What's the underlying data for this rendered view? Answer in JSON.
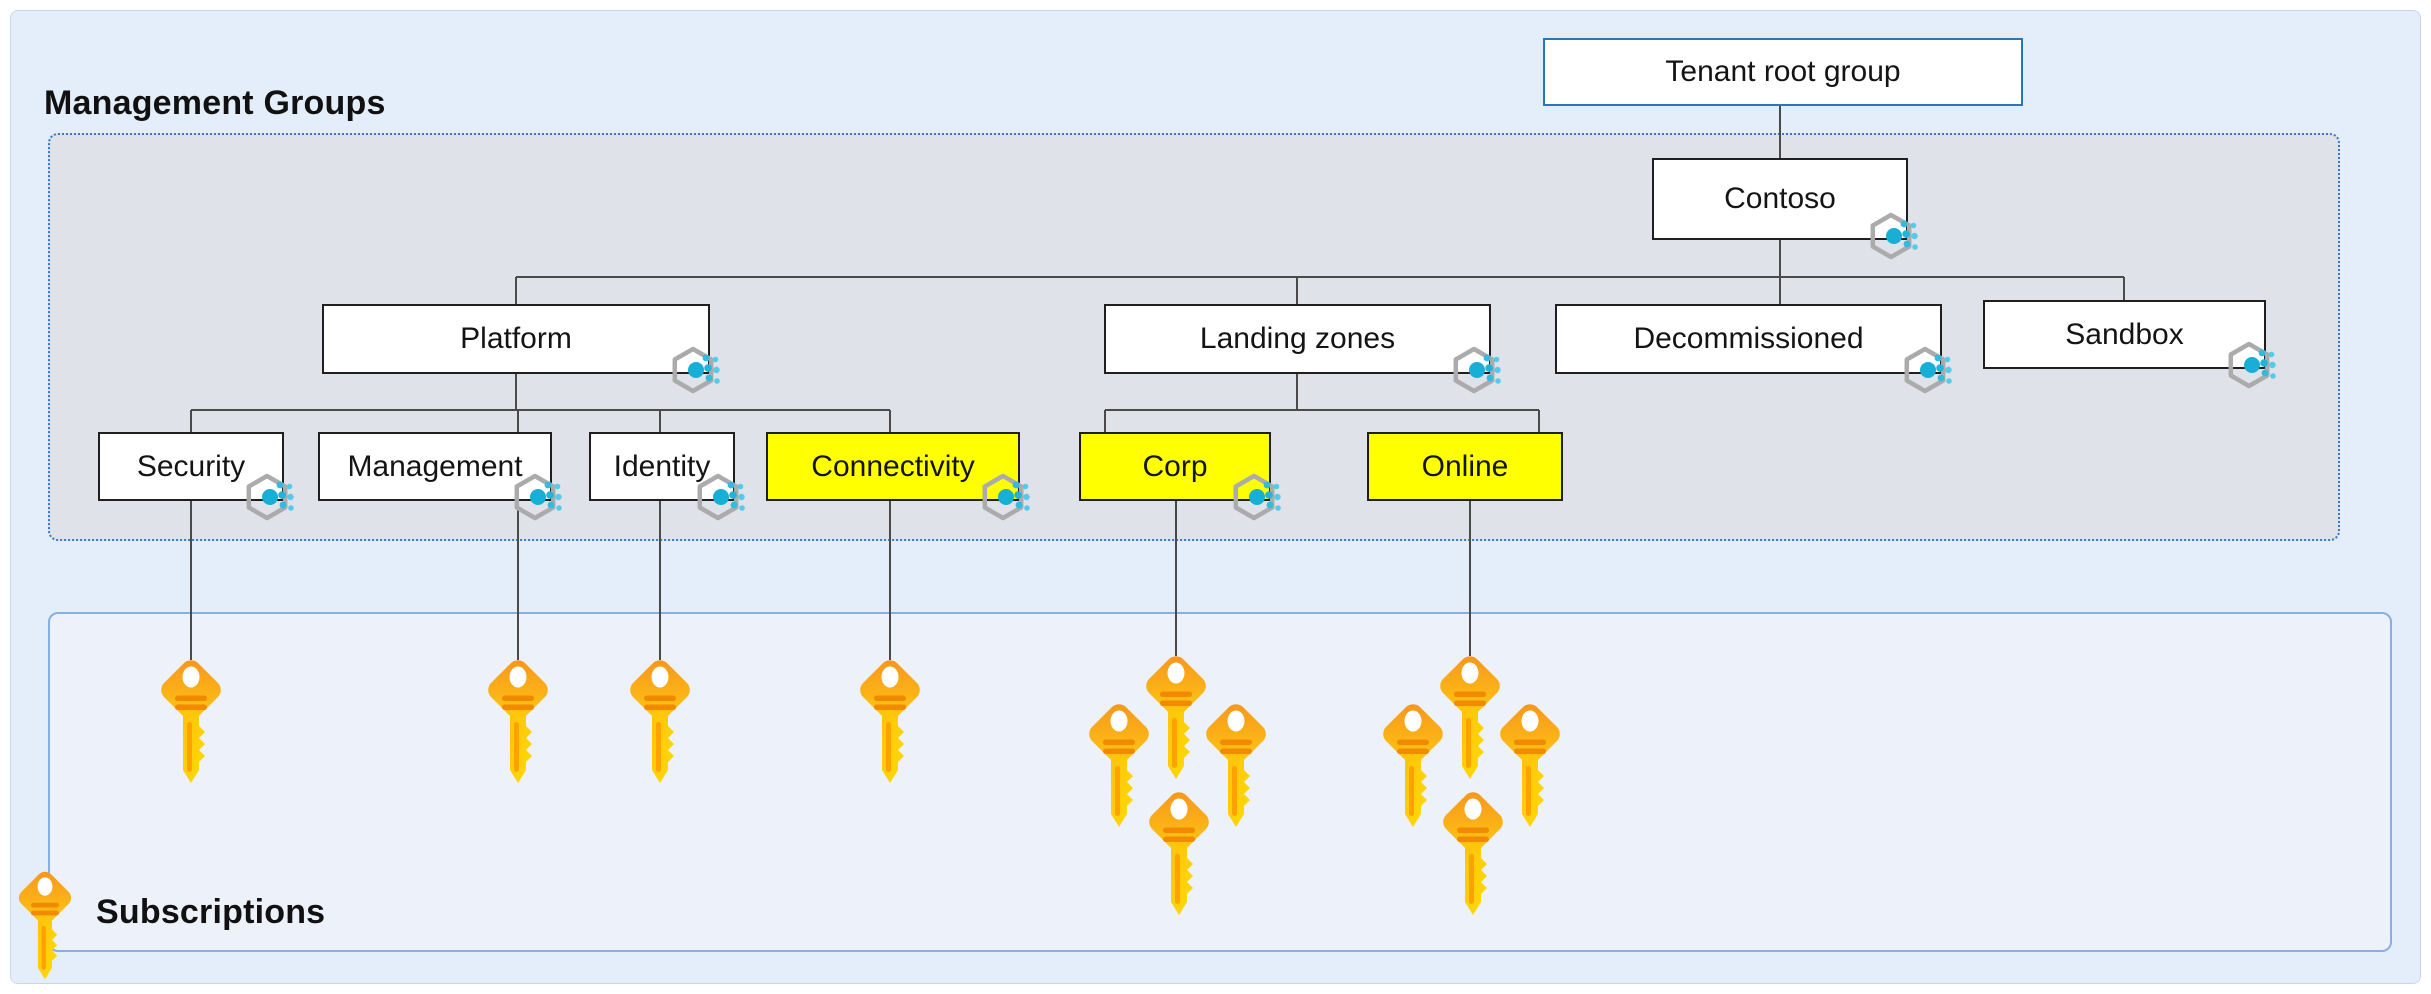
{
  "section_labels": {
    "management_groups": "Management Groups",
    "subscriptions": "Subscriptions"
  },
  "nodes": {
    "tenant_root": {
      "label": "Tenant root group",
      "highlighted": false
    },
    "contoso": {
      "label": "Contoso",
      "highlighted": false
    },
    "platform": {
      "label": "Platform",
      "highlighted": false
    },
    "landing_zones": {
      "label": "Landing zones",
      "highlighted": false
    },
    "decommissioned": {
      "label": "Decommissioned",
      "highlighted": false
    },
    "sandbox": {
      "label": "Sandbox",
      "highlighted": false
    },
    "security": {
      "label": "Security",
      "highlighted": false
    },
    "management": {
      "label": "Management",
      "highlighted": false
    },
    "identity": {
      "label": "Identity",
      "highlighted": false
    },
    "connectivity": {
      "label": "Connectivity",
      "highlighted": true
    },
    "corp": {
      "label": "Corp",
      "highlighted": true
    },
    "online": {
      "label": "Online",
      "highlighted": true
    }
  },
  "hierarchy": {
    "tenant_root": [
      "contoso"
    ],
    "contoso": [
      "platform",
      "landing_zones",
      "decommissioned",
      "sandbox"
    ],
    "platform": [
      "security",
      "management",
      "identity",
      "connectivity"
    ],
    "landing_zones": [
      "corp",
      "online"
    ]
  },
  "subscription_counts": {
    "security": 1,
    "management": 1,
    "identity": 1,
    "connectivity": 1,
    "corp": 4,
    "online": 4
  },
  "icons": {
    "management_group_icon": "gray hexagon with cyan dots",
    "subscription_key_icon": "orange-yellow key"
  },
  "colors": {
    "highlight_yellow": "#FFFF00",
    "root_box_border_blue": "#2E75B6",
    "mg_container_fill": "#DFE2E8",
    "mg_container_dotted_border": "#3B78C4",
    "sub_container_fill": "#EDF1F9",
    "sub_container_border": "#85B0E3",
    "page_background": "#E4EEFA",
    "icon_cyan": "#17AFD5",
    "key_orange": "#F79C1D",
    "key_yellow": "#FFD005"
  }
}
